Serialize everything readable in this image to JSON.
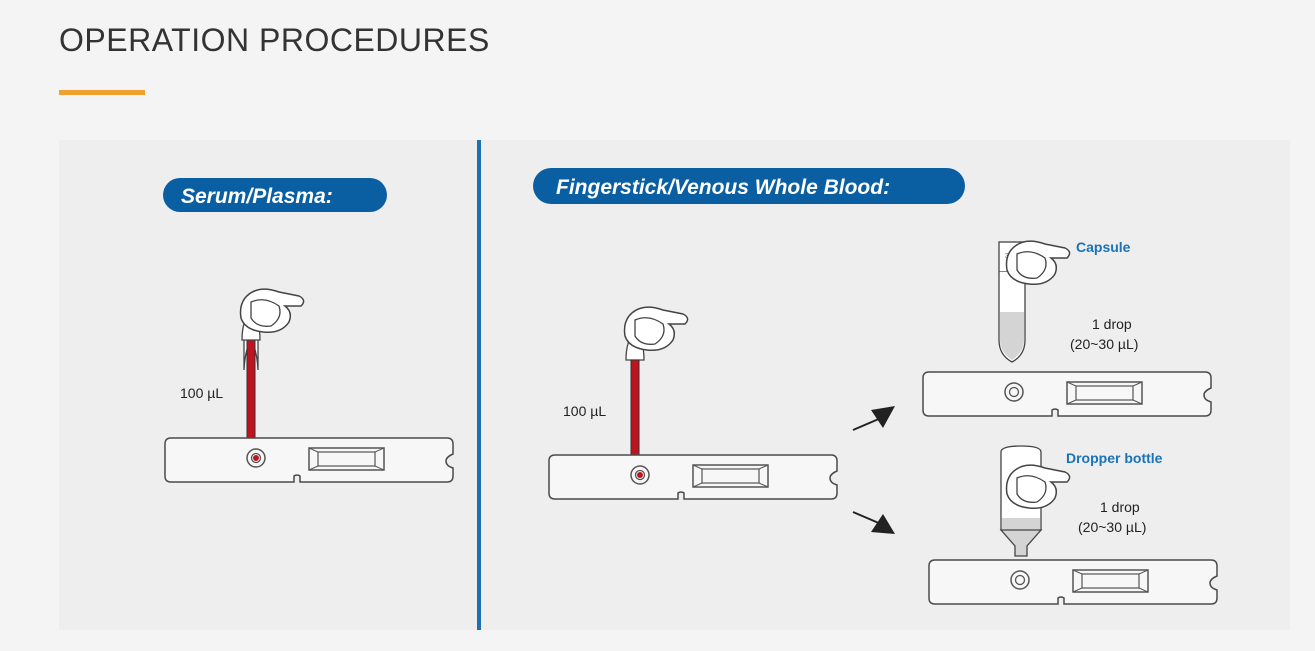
{
  "header": {
    "title": "OPERATION PROCEDURES"
  },
  "colors": {
    "accent_orange": "#f0a02e",
    "brand_blue": "#0a5fa3",
    "blood_red": "#c1121f",
    "divider_blue": "#1f6fb4"
  },
  "serum_plasma": {
    "heading": "Serum/Plasma:",
    "volume": "100 µL"
  },
  "whole_blood": {
    "heading": "Fingerstick/Venous Whole Blood:",
    "volume": "100 µL",
    "capsule": {
      "label": "Capsule",
      "drop": "1 drop",
      "range": "(20~30 µL)"
    },
    "dropper": {
      "label": "Dropper bottle",
      "drop": "1 drop",
      "range": "(20~30 µL)"
    }
  },
  "icons": [
    "hand-icon",
    "pipette-icon",
    "capsule-icon",
    "dropper-bottle-icon",
    "arrow-icon",
    "test-cassette-icon"
  ]
}
